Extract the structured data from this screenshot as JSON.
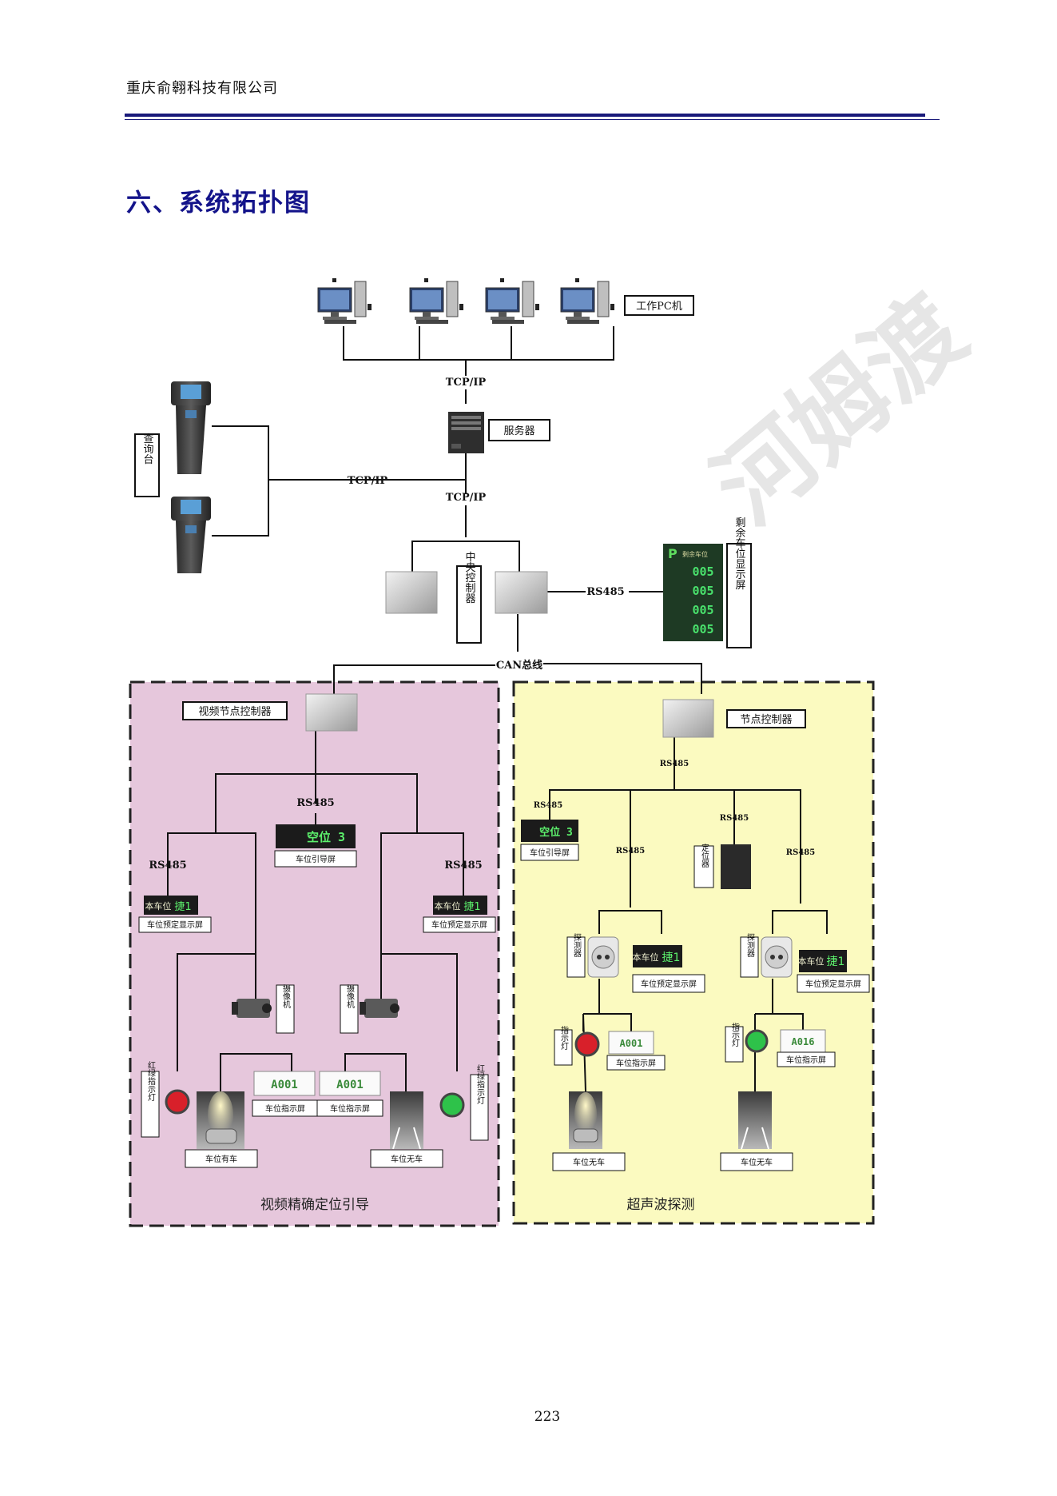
{
  "header": {
    "company": "重庆俞翱科技有限公司"
  },
  "section": {
    "title": "六、系统拓扑图"
  },
  "page_number": "223",
  "diagram": {
    "pc_label": "工作PC机",
    "server_label": "服务器",
    "query_label": "查询台",
    "central_label": "中央控制器",
    "remaining_label": "剩余车位显示屏",
    "remaining_panel": {
      "title": "剩余车位",
      "values": [
        "005",
        "005",
        "005",
        "005"
      ]
    },
    "links": {
      "tcpip_top": "TCP/IP",
      "tcpip_left": "TCP/IP",
      "tcpip_mid": "TCP/IP",
      "rs485_main": "RS485",
      "can_bus": "CAN总线"
    },
    "left_zone": {
      "title": "视频精确定位引导",
      "node_label": "视频节点控制器",
      "rs485_top": "RS485",
      "rs485_left": "RS485",
      "rs485_right": "RS485",
      "guide_screen_text": "空位 3",
      "guide_screen_label": "车位引导屏",
      "reserve_left_text": "本车位",
      "reserve_left_plate": "捷1",
      "reserve_left_label": "车位预定显示屏",
      "reserve_right_text": "本车位",
      "reserve_right_plate": "捷1",
      "reserve_right_label": "车位预定显示屏",
      "camera_left_label": "摄像机",
      "camera_right_label": "摄像机",
      "indicator_left_text": "A001",
      "indicator_left_label": "车位指示屏",
      "indicator_right_text": "A001",
      "indicator_right_label": "车位指示屏",
      "light_left_label": "红绿指示灯",
      "light_right_label": "红绿指示灯",
      "space_left_label": "车位有车",
      "space_right_label": "车位无车"
    },
    "right_zone": {
      "title": "超声波探测",
      "node_label": "节点控制器",
      "rs485_node": "RS485",
      "rs485_guide": "RS485",
      "rs485_locator": "RS485",
      "rs485_a": "RS485",
      "rs485_b": "RS485",
      "guide_screen_text": "空位 3",
      "guide_screen_label": "车位引导屏",
      "locator_label": "定位器",
      "detector_left_label": "探测器",
      "detector_right_label": "探测器",
      "reserve_left_text": "本车位",
      "reserve_left_plate": "捷1",
      "reserve_left_label": "车位预定显示屏",
      "reserve_right_text": "本车位",
      "reserve_right_plate": "捷1",
      "reserve_right_label": "车位预定显示屏",
      "light_left_label": "指示灯",
      "light_right_label": "指示灯",
      "indicator_left_text": "A001",
      "indicator_left_label": "车位指示屏",
      "indicator_right_text": "A016",
      "indicator_right_label": "车位指示屏",
      "space_left_label": "车位无车",
      "space_right_label": "车位无车"
    }
  }
}
